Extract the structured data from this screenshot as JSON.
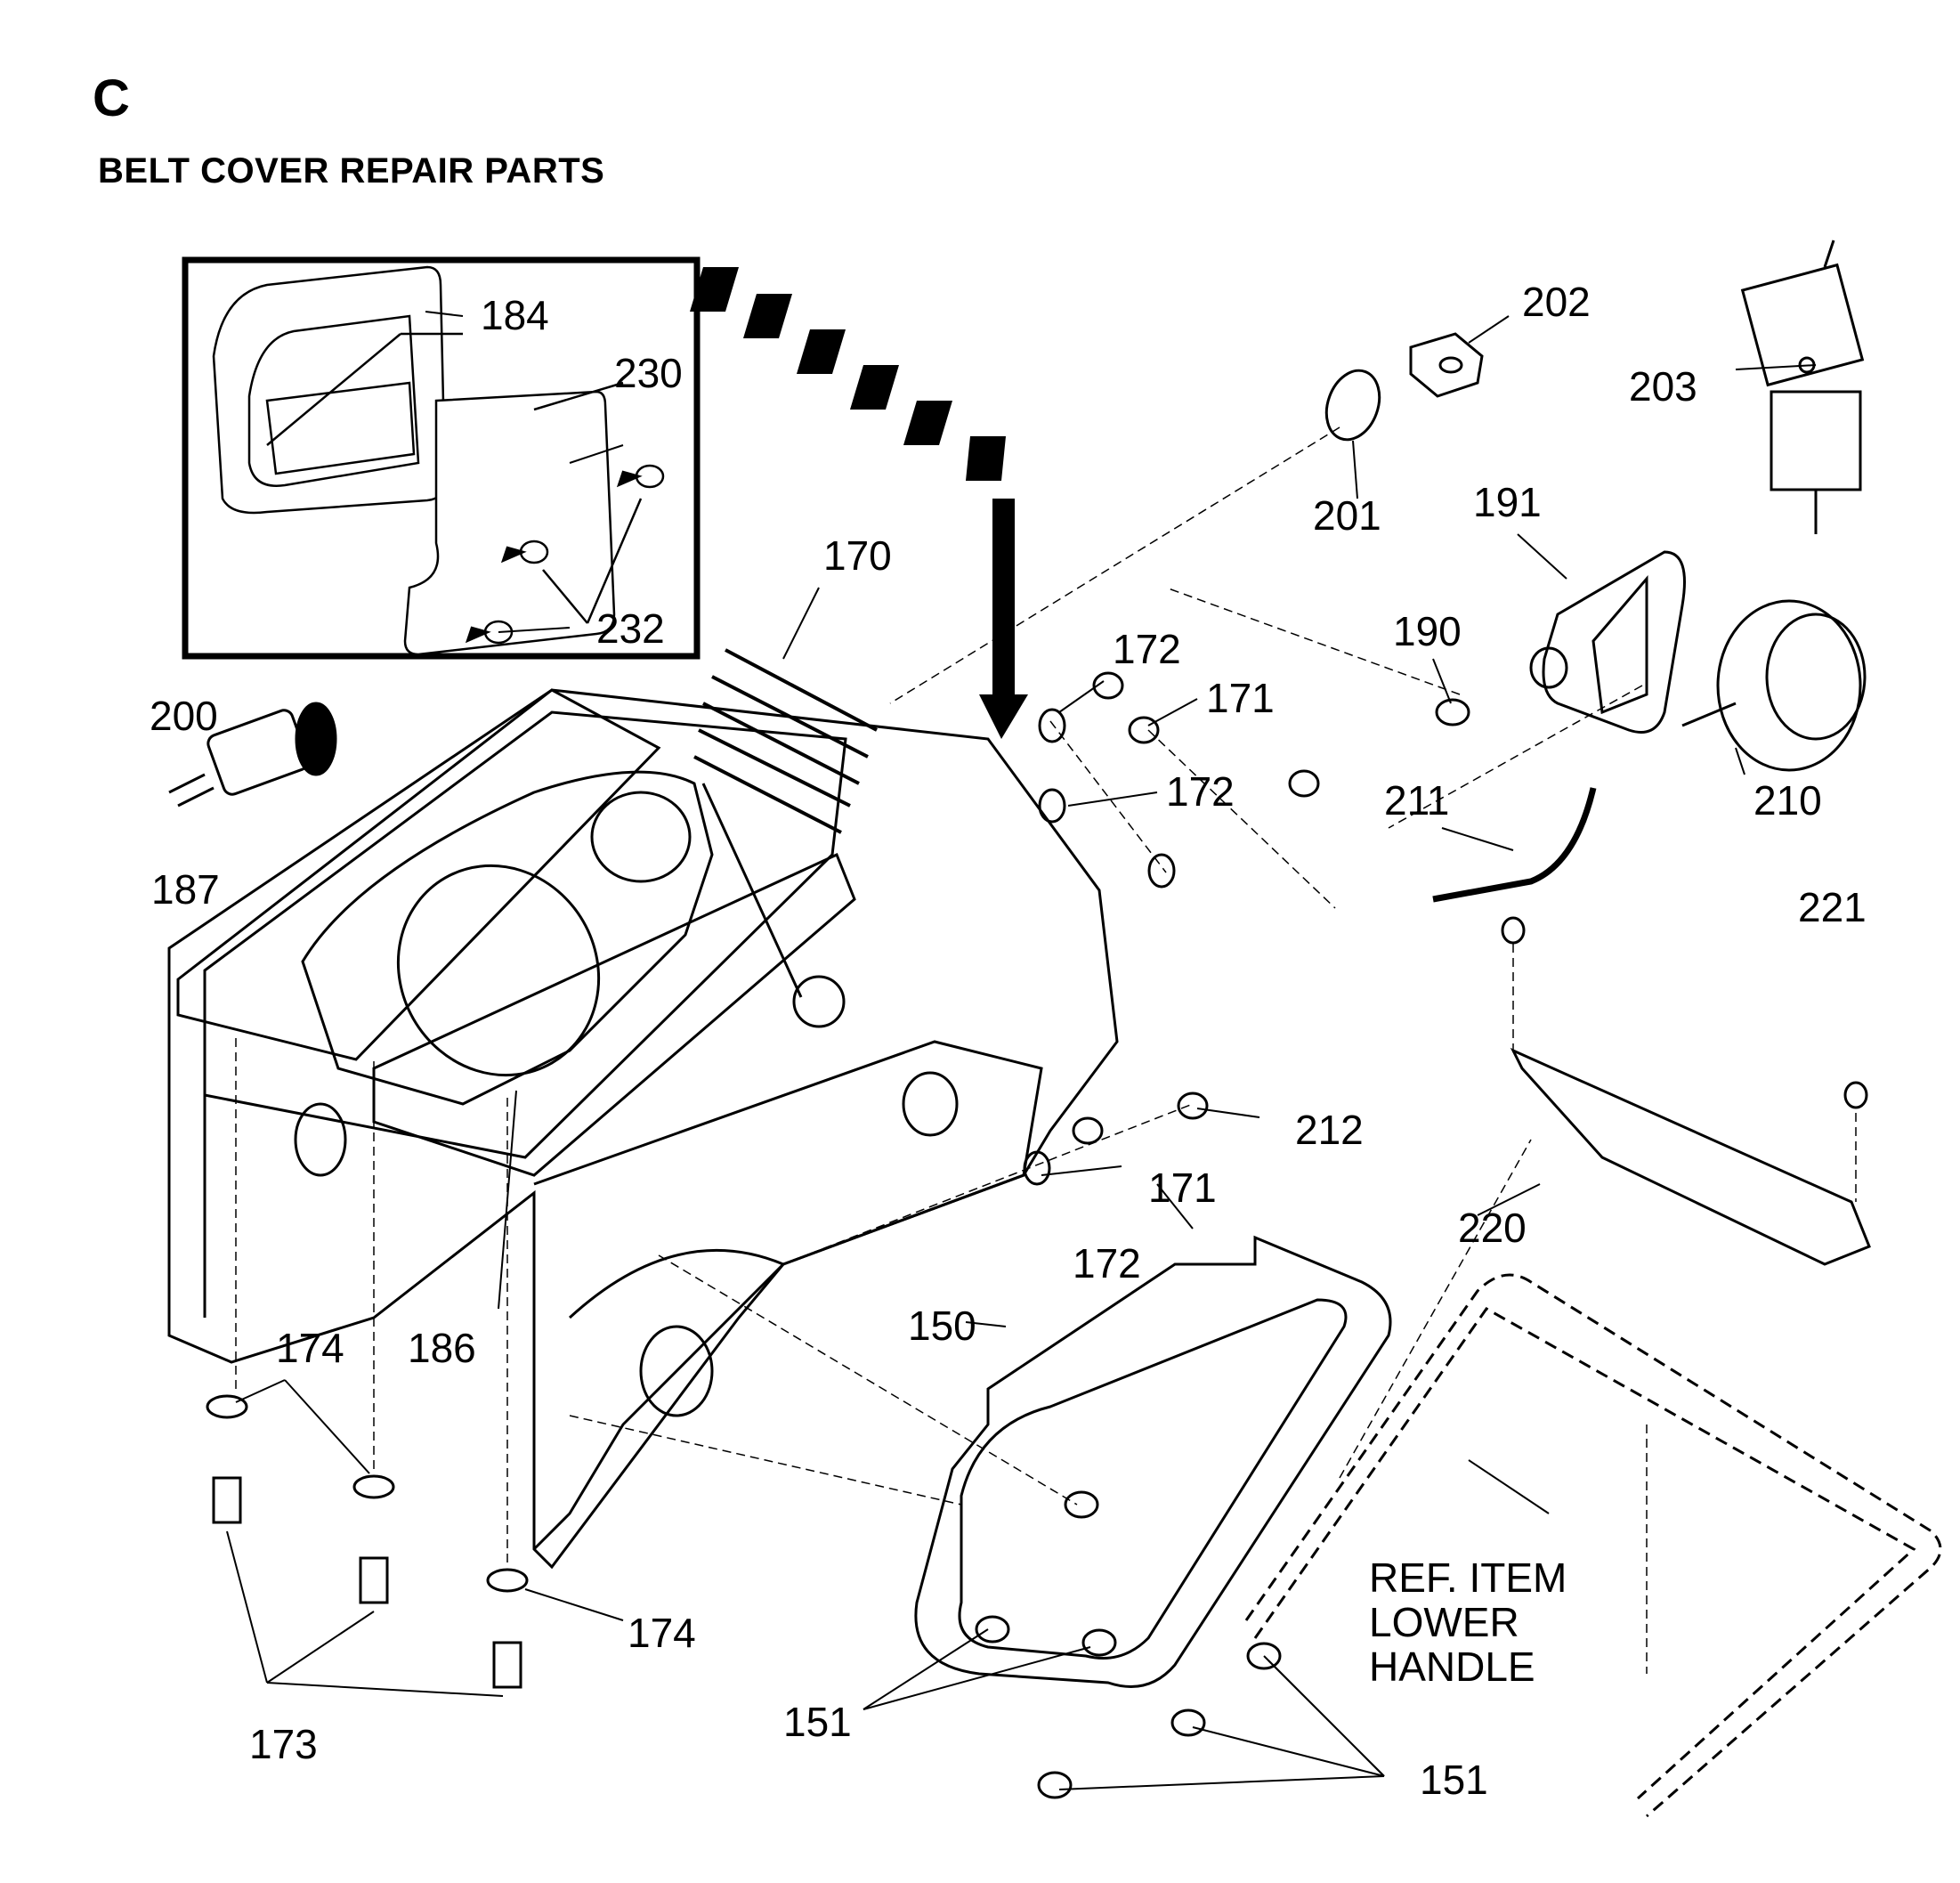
{
  "header": {
    "section_letter": "C",
    "title": "BELT COVER REPAIR PARTS"
  },
  "callouts": {
    "p184": "184",
    "p230": "230",
    "p232": "232",
    "p170": "170",
    "p202": "202",
    "p203": "203",
    "p201": "201",
    "p191": "191",
    "p190": "190",
    "p172_a": "172",
    "p171_a": "171",
    "p172_b": "172",
    "p200": "200",
    "p187": "187",
    "p211": "211",
    "p210": "210",
    "p221": "221",
    "p212": "212",
    "p171_b": "171",
    "p172_c": "172",
    "p220": "220",
    "p150": "150",
    "p174_a": "174",
    "p186": "186",
    "p174_b": "174",
    "p173": "173",
    "p151_a": "151",
    "p151_b": "151"
  },
  "reference_note": {
    "line1": "REF. ITEM",
    "line2": "LOWER",
    "line3": "HANDLE"
  },
  "colors": {
    "ink": "#000000",
    "paper": "#ffffff",
    "hatch": "#777777"
  }
}
